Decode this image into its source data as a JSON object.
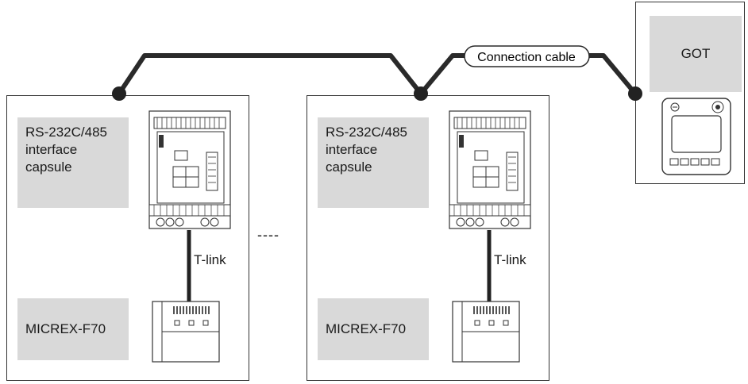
{
  "connection": {
    "cable_label": "Connection cable"
  },
  "got": {
    "label": "GOT"
  },
  "station_1": {
    "capsule_label_lines": [
      "RS-232C/485",
      "interface",
      "capsule"
    ],
    "link_label": "T-link",
    "plc_label": "MICREX-F70"
  },
  "station_2": {
    "capsule_label_lines": [
      "RS-232C/485",
      "interface",
      "capsule"
    ],
    "link_label": "T-link",
    "plc_label": "MICREX-F70"
  },
  "separator": "----"
}
